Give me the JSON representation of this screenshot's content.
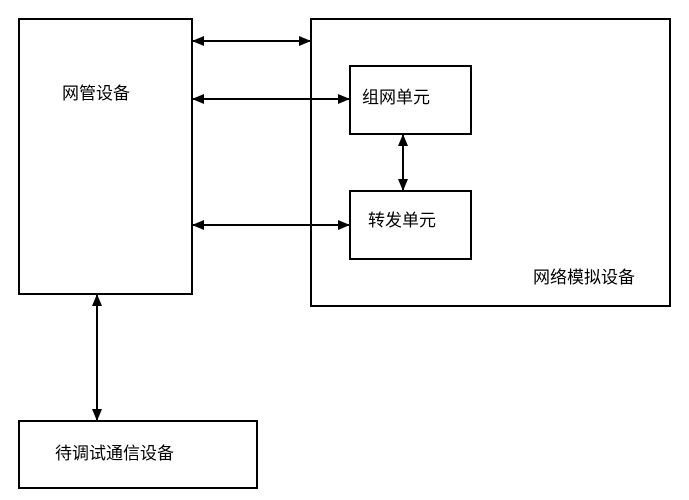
{
  "nodes": {
    "network_management_device": "网管设备",
    "network_simulation_device": "网络模拟设备",
    "networking_unit": "组网单元",
    "forwarding_unit": "转发单元",
    "device_under_test": "待调试通信设备"
  },
  "edges": [
    {
      "from": "network_management_device",
      "to": "network_simulation_device",
      "direction": "bidirectional"
    },
    {
      "from": "network_management_device",
      "to": "networking_unit",
      "direction": "bidirectional"
    },
    {
      "from": "network_management_device",
      "to": "forwarding_unit",
      "direction": "bidirectional"
    },
    {
      "from": "networking_unit",
      "to": "forwarding_unit",
      "direction": "bidirectional"
    },
    {
      "from": "network_management_device",
      "to": "device_under_test",
      "direction": "bidirectional"
    }
  ],
  "colors": {
    "stroke": "#000000",
    "background": "#ffffff"
  }
}
